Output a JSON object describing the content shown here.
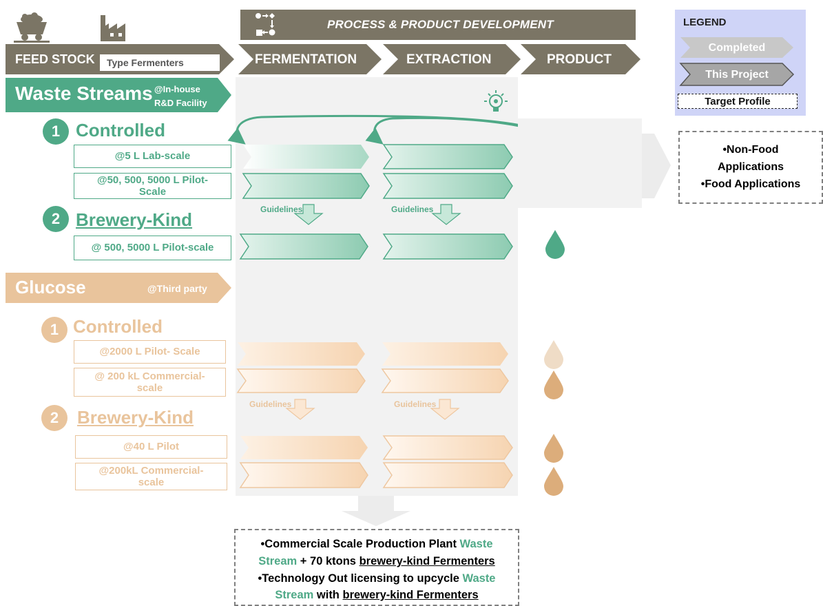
{
  "header": {
    "feedstock": "FEED STOCK",
    "type_fermenters": "Type Fermenters",
    "process_dev": "PROCESS & PRODUCT DEVELOPMENT",
    "fermentation": "FERMENTATION",
    "extraction": "EXTRACTION",
    "product": "PRODUCT"
  },
  "legend": {
    "title": "LEGEND",
    "completed": "Completed",
    "this_project": "This Project",
    "target_profile": "Target Profile"
  },
  "waste": {
    "title": "Waste Streams",
    "location_1": "@In-house",
    "location_2": "R&D Facility",
    "controlled": {
      "num": "1",
      "label": "Controlled",
      "rows": [
        {
          "l1": "@5 L Lab-scale",
          "l2": ""
        },
        {
          "l1": "@50, 500, 5000 L Pilot-",
          "l2": "Scale"
        }
      ]
    },
    "brewery": {
      "num": "2",
      "label": "Brewery-Kind",
      "rows": [
        {
          "l1": "@ 500, 5000 L Pilot-scale",
          "l2": ""
        }
      ]
    }
  },
  "glucose": {
    "title": "Glucose",
    "location": "@Third party",
    "controlled": {
      "num": "1",
      "label": "Controlled",
      "rows": [
        {
          "l1": "@2000 L Pilot- Scale",
          "l2": ""
        },
        {
          "l1": "@ 200 kL Commercial-",
          "l2": "scale"
        }
      ]
    },
    "brewery": {
      "num": "2",
      "label": "Brewery-Kind",
      "rows": [
        {
          "l1": "@40 L Pilot",
          "l2": ""
        },
        {
          "l1": "@200kL Commercial-",
          "l2": "scale"
        }
      ]
    }
  },
  "guidelines": "Guidelines",
  "applications": {
    "line1": "•Non-Food",
    "line2": "Applications",
    "line3": "•Food Applications"
  },
  "commercial": {
    "p1a": "•Commercial Scale Production Plant ",
    "p1b": "Waste",
    "p1c": "Stream",
    "p1d": " + 70 ktons ",
    "p1e": "brewery-kind Fermenters",
    "p2a": "•Technology Out licensing to upcycle ",
    "p2b": "Waste",
    "p2c": "Stream",
    "p2d": " with ",
    "p2e": "brewery-kind Fermenters"
  },
  "colors": {
    "header": "#7b7565",
    "green": "#4fa987",
    "orange": "#e9c49c",
    "legend_bg": "#cfd4f7",
    "panel": "#f2f2f2"
  }
}
